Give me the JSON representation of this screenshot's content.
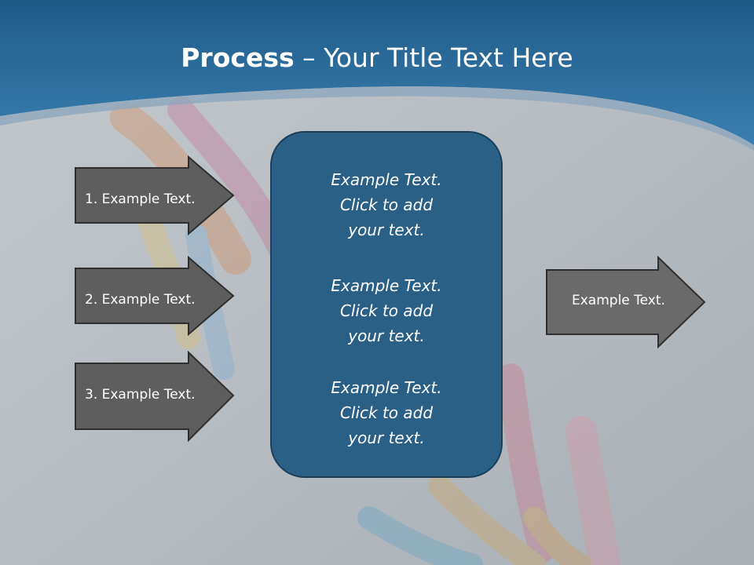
{
  "slide": {
    "title_bold": "Process",
    "title_rest": " – Your Title Text Here",
    "colors": {
      "header_blue": "#2b6a98",
      "arrow_fill": "#5e5e5e",
      "box_fill": "#2a5f86",
      "background_gray": "#b9bfc4"
    }
  },
  "left_arrows": [
    {
      "label": "1. Example Text."
    },
    {
      "label": "2. Example Text."
    },
    {
      "label": "3. Example Text."
    }
  ],
  "center_box": {
    "paragraphs": [
      {
        "line1": "Example Text.",
        "line2": "Click  to add",
        "line3": "your text."
      },
      {
        "line1": "Example Text.",
        "line2": "Click  to add",
        "line3": "your text."
      },
      {
        "line1": "Example Text.",
        "line2": "Click  to add",
        "line3": "your text."
      }
    ]
  },
  "right_arrow": {
    "label": "Example Text."
  }
}
